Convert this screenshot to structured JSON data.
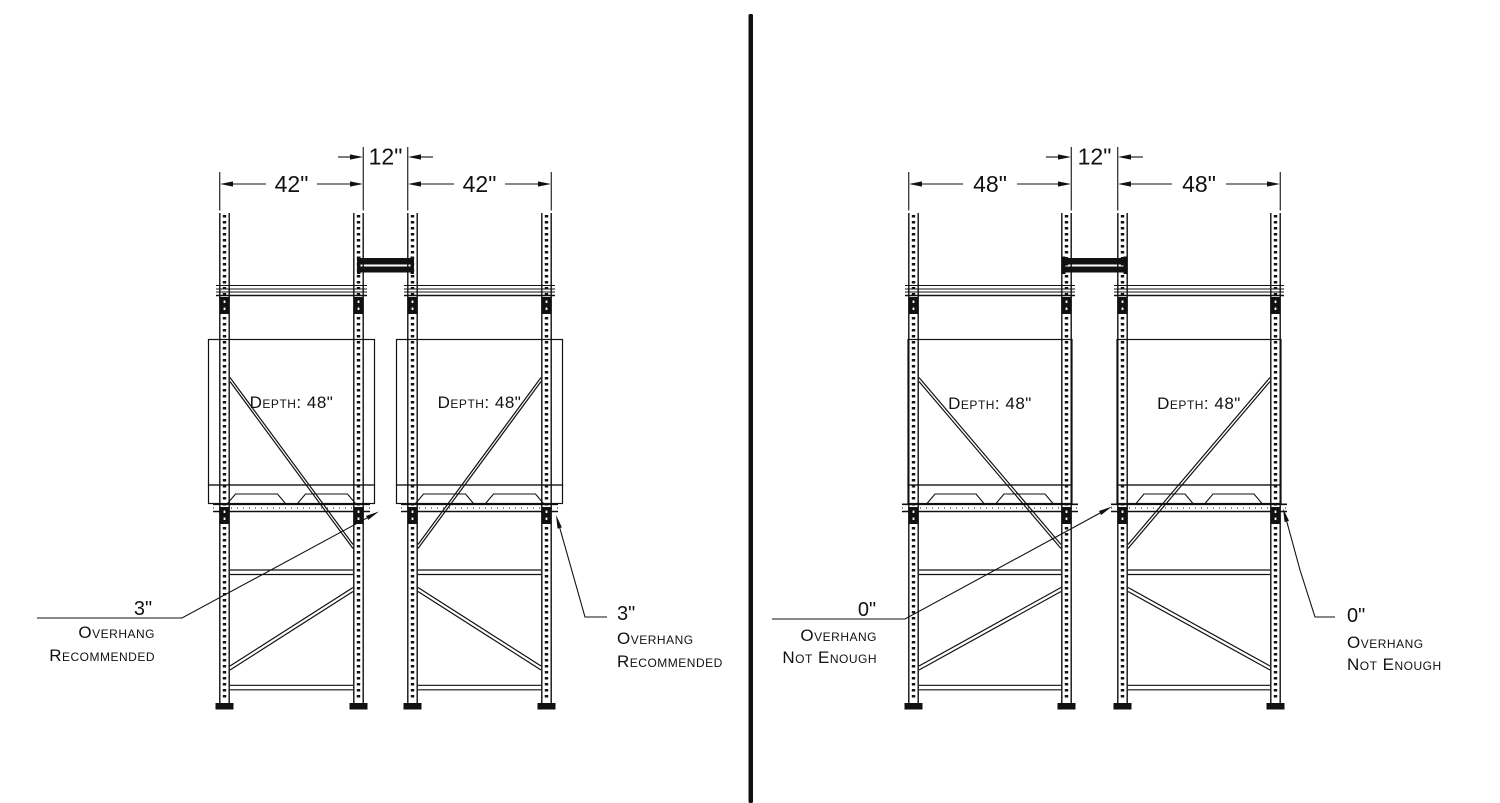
{
  "colors": {
    "line": "#111111",
    "background": "#ffffff"
  },
  "diagrams": [
    {
      "name": "recommended-overhang-42in-frames",
      "dimensions": {
        "left_frame": "42\"",
        "right_frame": "42\"",
        "flue": "12\""
      },
      "pallets": [
        {
          "label": "Depth: 48\""
        },
        {
          "label": "Depth: 48\""
        }
      ],
      "callouts": {
        "left": {
          "value": "3\"",
          "line1": "Overhang",
          "line2": "Recommended"
        },
        "right": {
          "value": "3\"",
          "line1": "Overhang",
          "line2": "Recommended"
        }
      }
    },
    {
      "name": "not-enough-overhang-48in-frames",
      "dimensions": {
        "left_frame": "48\"",
        "right_frame": "48\"",
        "flue": "12\""
      },
      "pallets": [
        {
          "label": "Depth: 48\""
        },
        {
          "label": "Depth: 48\""
        }
      ],
      "callouts": {
        "left": {
          "value": "0\"",
          "line1": "Overhang",
          "line2": "Not Enough"
        },
        "right": {
          "value": "0\"",
          "line1": "Overhang",
          "line2": "Not Enough"
        }
      }
    }
  ]
}
